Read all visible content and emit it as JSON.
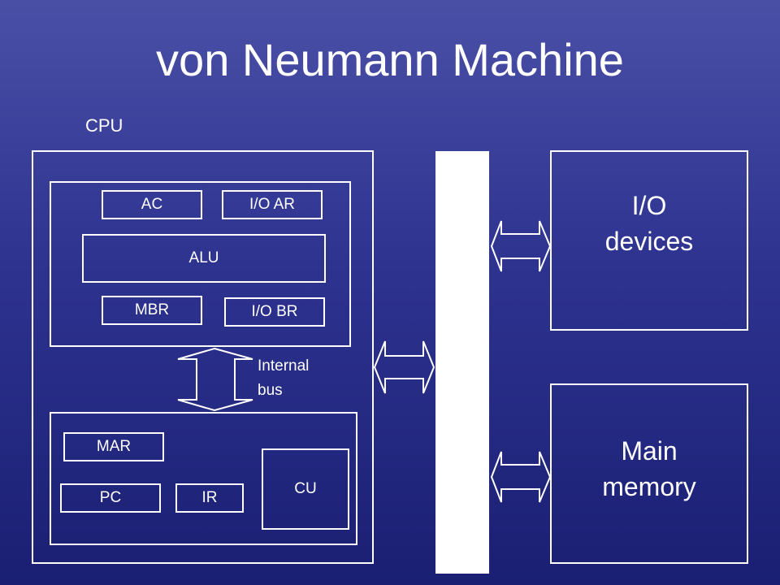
{
  "title": "von Neumann Machine",
  "cpu": {
    "label": "CPU",
    "registers": {
      "ac": "AC",
      "io_ar": "I/O AR",
      "alu": "ALU",
      "mbr": "MBR",
      "io_br": "I/O BR",
      "mar": "MAR",
      "pc": "PC",
      "ir": "IR",
      "cu": "CU"
    },
    "internal_bus": {
      "line1": "Internal",
      "line2": "bus"
    }
  },
  "io_devices": {
    "line1": "I/O",
    "line2": "devices"
  },
  "main_memory": {
    "line1": "Main",
    "line2": "memory"
  }
}
